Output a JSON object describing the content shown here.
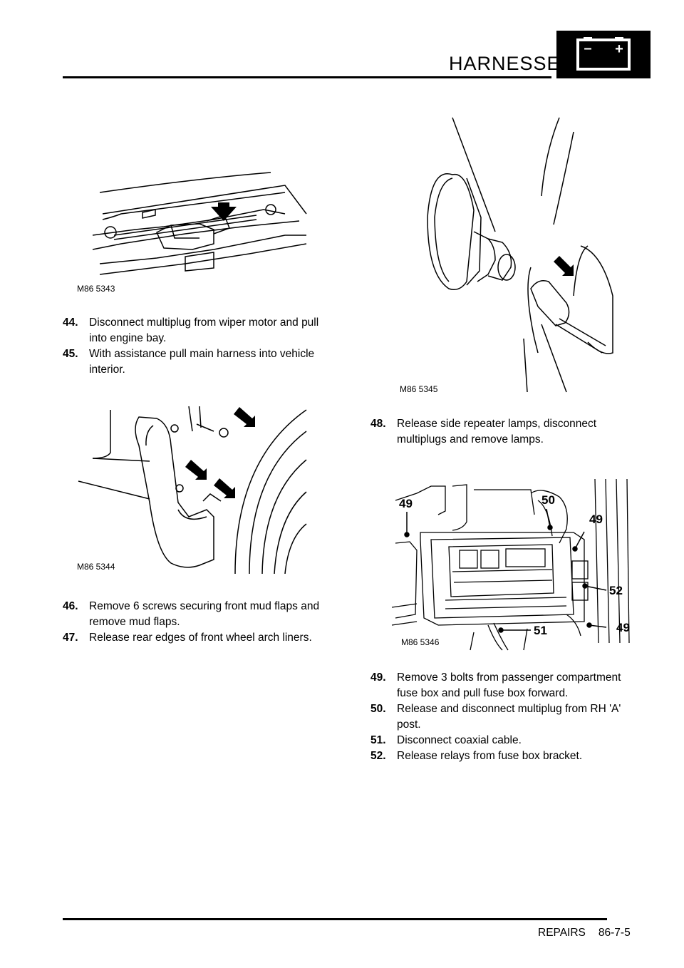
{
  "header": {
    "title": "HARNESSES",
    "badge_minus": "–",
    "badge_plus": "+"
  },
  "figures": {
    "fig1": {
      "label": "M86 5343"
    },
    "fig2": {
      "label": "M86 5344"
    },
    "fig3": {
      "label": "M86 5345"
    },
    "fig4": {
      "label": "M86 5346",
      "callouts": [
        "49",
        "50",
        "49",
        "52",
        "51",
        "49"
      ]
    }
  },
  "steps_left_a": [
    {
      "num": "44.",
      "text": "Disconnect multiplug from wiper motor and pull into engine bay."
    },
    {
      "num": "45.",
      "text": "With assistance pull main harness into vehicle interior."
    }
  ],
  "steps_left_b": [
    {
      "num": "46.",
      "text": "Remove 6 screws securing front mud flaps and remove mud flaps."
    },
    {
      "num": "47.",
      "text": "Release rear edges of front wheel arch liners."
    }
  ],
  "steps_right_a": [
    {
      "num": "48.",
      "text": "Release side repeater lamps, disconnect multiplugs and remove lamps."
    }
  ],
  "steps_right_b": [
    {
      "num": "49.",
      "text": "Remove 3 bolts from passenger compartment fuse box and pull fuse box forward."
    },
    {
      "num": "50.",
      "text": "Release and disconnect multiplug from RH 'A' post."
    },
    {
      "num": "51.",
      "text": "Disconnect coaxial cable."
    },
    {
      "num": "52.",
      "text": "Release relays from fuse box bracket."
    }
  ],
  "footer": {
    "section": "REPAIRS",
    "page": "86-7-5"
  }
}
